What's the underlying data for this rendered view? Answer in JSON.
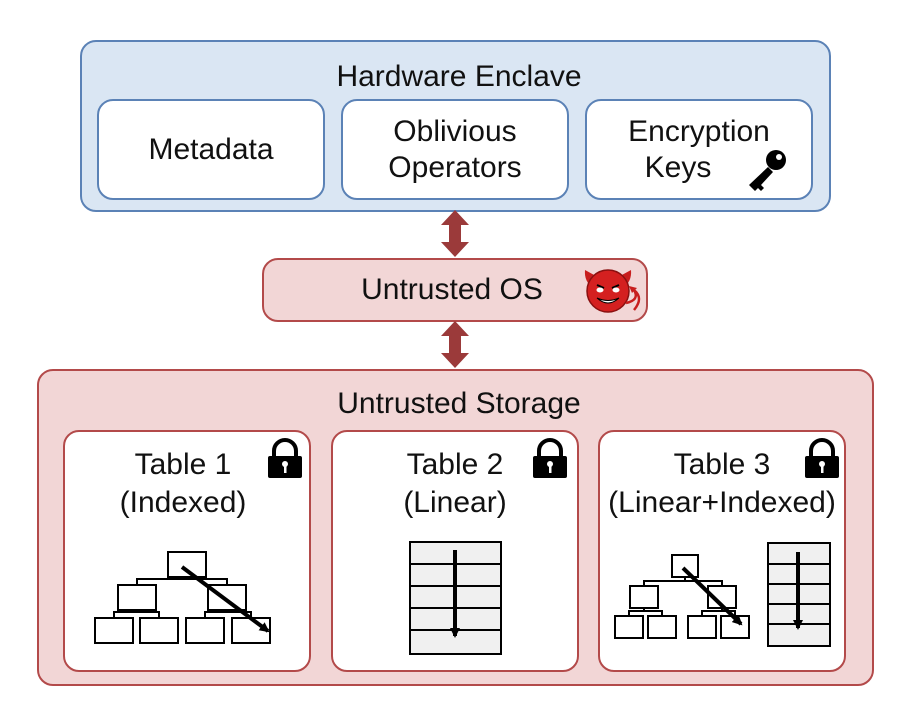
{
  "enclave": {
    "title": "Hardware Enclave",
    "boxes": [
      {
        "line1": "Metadata",
        "line2": ""
      },
      {
        "line1": "Oblivious",
        "line2": "Operators"
      },
      {
        "line1": "Encryption",
        "line2": "Keys"
      }
    ]
  },
  "os": {
    "label": "Untrusted OS"
  },
  "storage": {
    "title": "Untrusted Storage",
    "tables": [
      {
        "name": "Table 1",
        "type": "(Indexed)"
      },
      {
        "name": "Table 2",
        "type": "(Linear)"
      },
      {
        "name": "Table 3",
        "type": "(Linear+Indexed)"
      }
    ]
  },
  "colors": {
    "enclave_fill": "#dae6f3",
    "enclave_stroke": "#5b82b6",
    "untrusted_fill": "#f2d6d6",
    "untrusted_stroke": "#b34a4a",
    "arrow": "#9b3a3a",
    "devil": "#d42020"
  }
}
